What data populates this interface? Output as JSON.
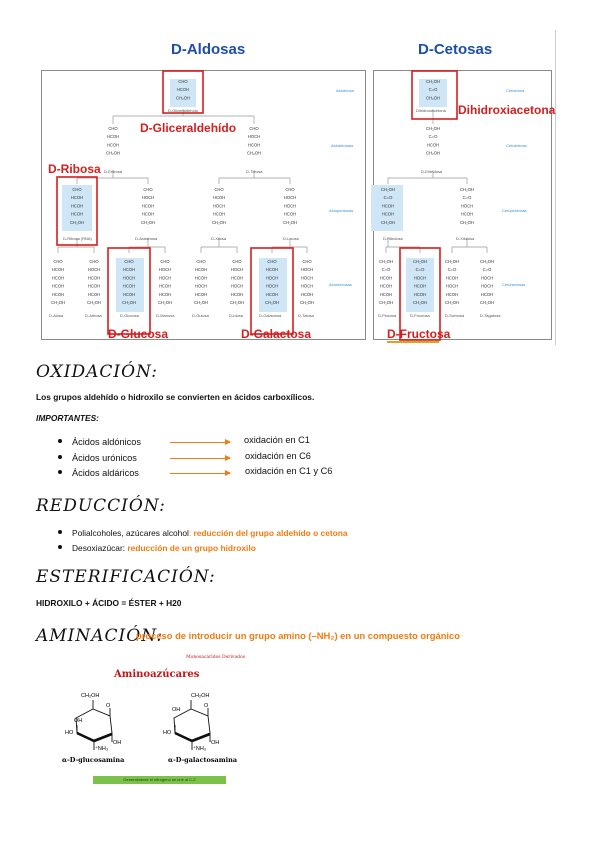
{
  "figure": {
    "aldosas_title": "D-Aldosas",
    "cetosas_title": "D-Cetosas",
    "labels": {
      "gliceraldehido": "D-Gliceraldehído",
      "ribosa": "D-Ribosa",
      "glucosa": "D-Glucosa",
      "galactosa": "D-Galactosa",
      "dihidroxiacetona": "Dihidroxiacetona",
      "fructosa": "D-Fructosa"
    },
    "side_labels_aldosas": [
      "Aldotriosa",
      "Aldotetrosas",
      "Aldopentosas",
      "Aldohexosas"
    ],
    "side_labels_cetosas": [
      "Cetotriosa",
      "Cetotetrosa",
      "Cetopentosas",
      "Cetohexosas"
    ],
    "names_aldosas": {
      "triose": "D-Gliceraldehído",
      "tetroses": [
        "D-Eritrosa",
        "D-Treosa"
      ],
      "pentoses": [
        "D-Ribosa (RNA)",
        "D-Arabinosa",
        "D-Xilosa",
        "D-Lixosa"
      ],
      "hexoses": [
        "D-Alosa",
        "D-Altrosa",
        "D-Glucosa",
        "D-Manosa",
        "D-Gulosa",
        "D-Idosa",
        "D-Galactosa",
        "D-Talosa"
      ]
    },
    "names_cetosas": {
      "triose": "Dihidroxiacetona",
      "tetrose": "D-Eritrulosa",
      "pentoses": [
        "D-Ribulosa",
        "D-Xilulosa"
      ],
      "hexoses": [
        "D-Psicosa",
        "D-Fructosa",
        "D-Sorbosa",
        "D-Tagatosa"
      ]
    }
  },
  "oxidacion": {
    "heading": "OXIDACIÓN:",
    "desc": "Los grupos aldehído o hidroxilo se convierten en ácidos carboxílicos.",
    "importantes": "IMPORTANTES:",
    "items": [
      {
        "name": "Ácidos aldónicos",
        "result": "oxidación en C1"
      },
      {
        "name": "Ácidos urónicos",
        "result": "oxidación en C6"
      },
      {
        "name": "Ácidos aldáricos",
        "result": "oxidación en C1 y C6"
      }
    ]
  },
  "reduccion": {
    "heading": "REDUCCIÓN:",
    "items": [
      {
        "name": "Polialcoholes, azúcares alcohol",
        "sep": ": ",
        "desc": "reducción del grupo aldehído o cetona"
      },
      {
        "name": "Desoxiazúcar",
        "sep": ": ",
        "desc": "reducción de un grupo hidroxilo"
      }
    ]
  },
  "esterificacion": {
    "heading": "ESTERIFICACIÓN:",
    "formula": "HIDROXILO + ÁCIDO = ÉSTER + H20"
  },
  "aminacion": {
    "heading": "AMINACIÓN:",
    "desc": "proceso de introducir un grupo amino (–NH₂) en un compuesto orgánico",
    "figure_header": "Monosacáridos Derivados",
    "figure_title": "Aminoazúcares",
    "molecule_1": "α-D-glucosamina",
    "molecule_2": "α-D-galactosamina",
    "ch2oh": "CH₂OH",
    "oh": "OH",
    "ho": "HO",
    "nh2": "⁺NH₃",
    "footer": "Generalmente el nitrógeno se une al C-2"
  }
}
